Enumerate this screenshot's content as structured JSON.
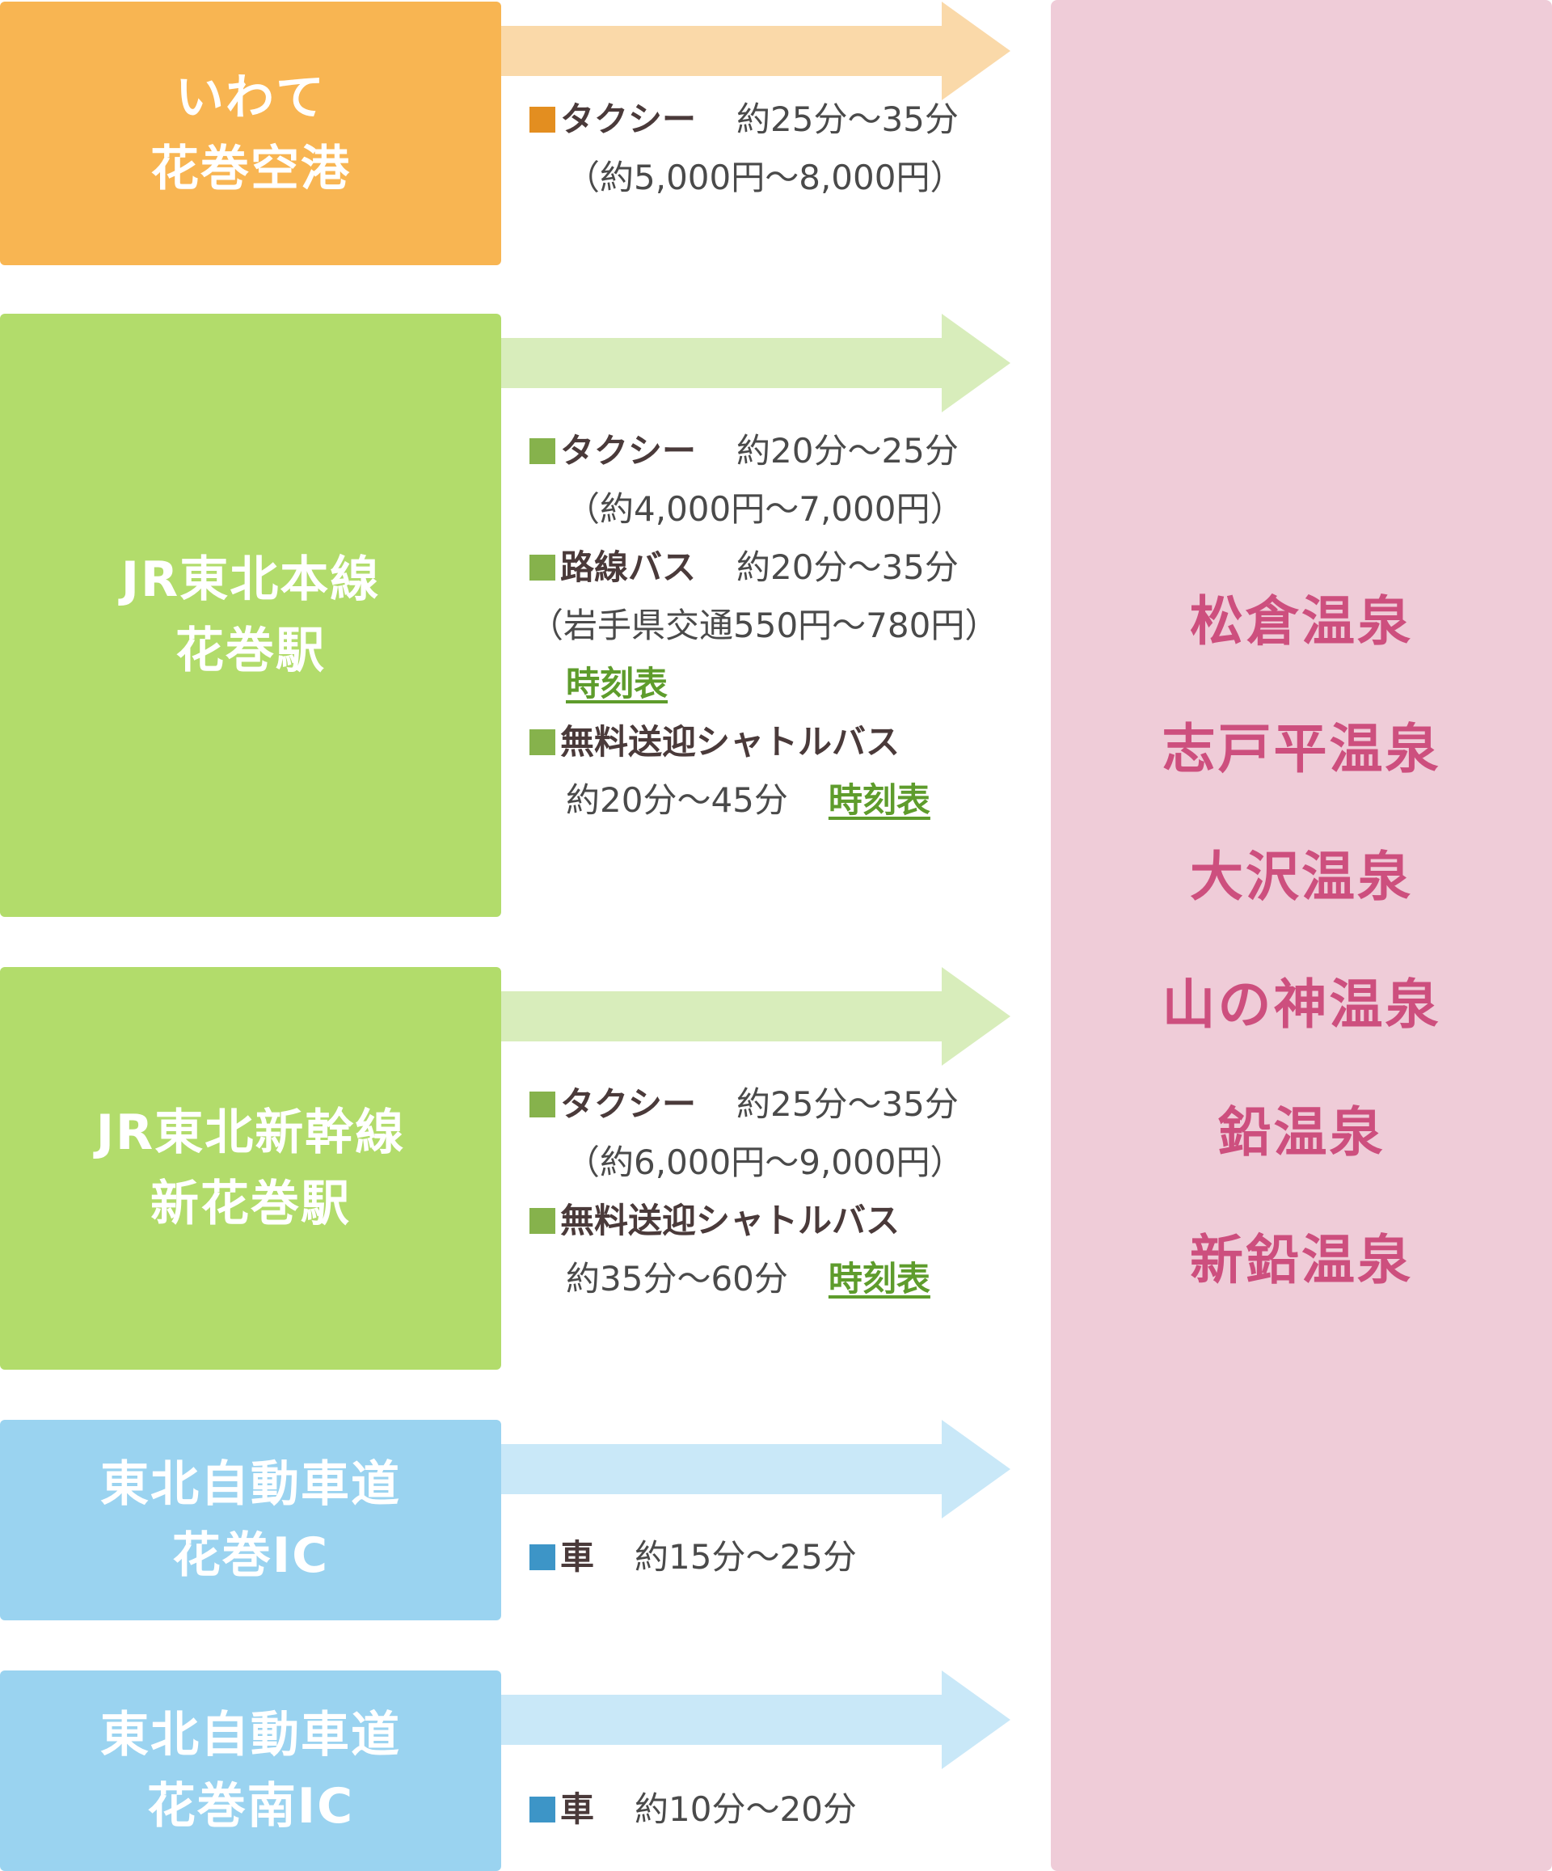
{
  "colors": {
    "airport": "#f8b552",
    "station": "#b2dc6b",
    "highway": "#9ad3f0",
    "arrow_airport": "#fad9a9",
    "arrow_station": "#d8edbb",
    "arrow_highway": "#c9e8f8",
    "marker_airport": "#e38e20",
    "marker_station": "#86b24c",
    "marker_highway": "#3d95c7",
    "destination_bg": "#efccd8",
    "destination_text": "#cd4f7e",
    "link": "#5e9c2c"
  },
  "origins": [
    {
      "lines": [
        "いわて",
        "花巻空港"
      ],
      "routes": [
        {
          "mode": "タクシー",
          "time": "約25分〜35分",
          "note": "（約5,000円〜8,000円）"
        }
      ]
    },
    {
      "lines": [
        "JR東北本線",
        "花巻駅"
      ],
      "routes": [
        {
          "mode": "タクシー",
          "time": "約20分〜25分",
          "note": "（約4,000円〜7,000円）"
        },
        {
          "mode": "路線バス",
          "time": "約20分〜35分",
          "note": "（岩手県交通550円〜780円）",
          "link": "時刻表"
        },
        {
          "mode": "無料送迎シャトルバス",
          "time": "約20分〜45分",
          "link": "時刻表"
        }
      ]
    },
    {
      "lines": [
        "JR東北新幹線",
        "新花巻駅"
      ],
      "routes": [
        {
          "mode": "タクシー",
          "time": "約25分〜35分",
          "note": "（約6,000円〜9,000円）"
        },
        {
          "mode": "無料送迎シャトルバス",
          "time": "約35分〜60分",
          "link": "時刻表"
        }
      ]
    },
    {
      "lines": [
        "東北自動車道",
        "花巻IC"
      ],
      "routes": [
        {
          "mode": "車",
          "time": "約15分〜25分"
        }
      ]
    },
    {
      "lines": [
        "東北自動車道",
        "花巻南IC"
      ],
      "routes": [
        {
          "mode": "車",
          "time": "約10分〜20分"
        }
      ]
    }
  ],
  "destinations": [
    "松倉温泉",
    "志戸平温泉",
    "大沢温泉",
    "山の神温泉",
    "鉛温泉",
    "新鉛温泉"
  ]
}
